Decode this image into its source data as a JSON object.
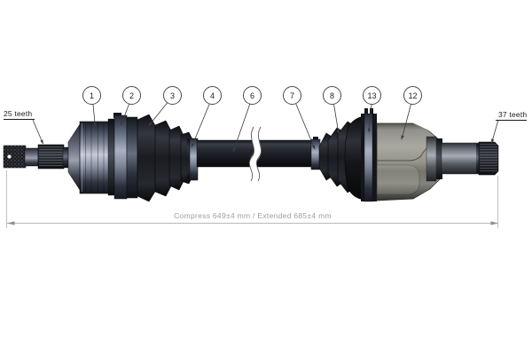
{
  "diagram": {
    "left_spline_label": "25 teeth",
    "right_spline_label": "37 teeth",
    "dimension_label": "Compress 649±4 mm / Extended 685±4 mm",
    "callouts": [
      {
        "number": "1"
      },
      {
        "number": "2"
      },
      {
        "number": "3"
      },
      {
        "number": "4"
      },
      {
        "number": "6"
      },
      {
        "number": "7"
      },
      {
        "number": "8"
      },
      {
        "number": "13"
      },
      {
        "number": "12"
      }
    ],
    "colors": {
      "background": "#ffffff",
      "rubber_boot": "#16171b",
      "metal_joint": "#8d94a4",
      "inner_housing": "#95958c",
      "dimension_line": "#b9b9b9",
      "dimension_text": "#9e9e9e",
      "callout_outline": "#4a4a4a"
    }
  }
}
